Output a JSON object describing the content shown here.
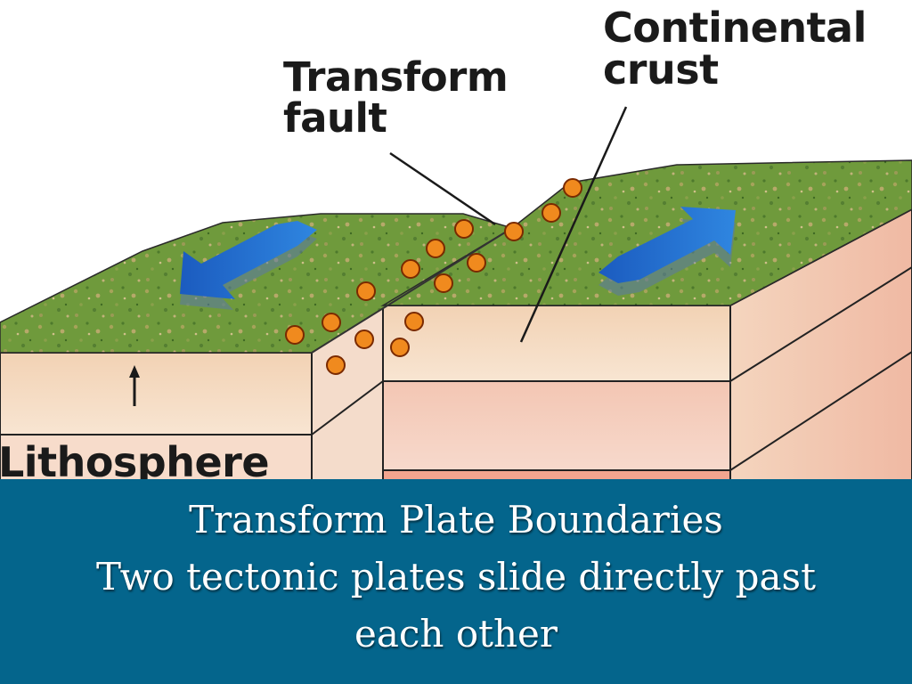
{
  "diagram": {
    "labels": {
      "transform_fault_line1": "Transform",
      "transform_fault_line2": "fault",
      "continental_crust_line1": "Continental",
      "continental_crust_line2": "crust",
      "lithosphere": "Lithosphere"
    },
    "colors": {
      "surface_green": "#6f9a3c",
      "crust_tan": "#f5d9bf",
      "mantle_pink": "#f0b8a6",
      "arrow_blue": "#1d63c7",
      "earthquake_orange": "#f08a1e"
    },
    "icons": [
      "motion-arrow-left-icon",
      "motion-arrow-right-icon",
      "small-up-arrow-icon",
      "earthquake-dot-icon"
    ]
  },
  "caption": {
    "title": "Transform Plate Boundaries",
    "line2": "Two tectonic plates slide directly past",
    "line3": "each other",
    "background": "#04658c"
  }
}
